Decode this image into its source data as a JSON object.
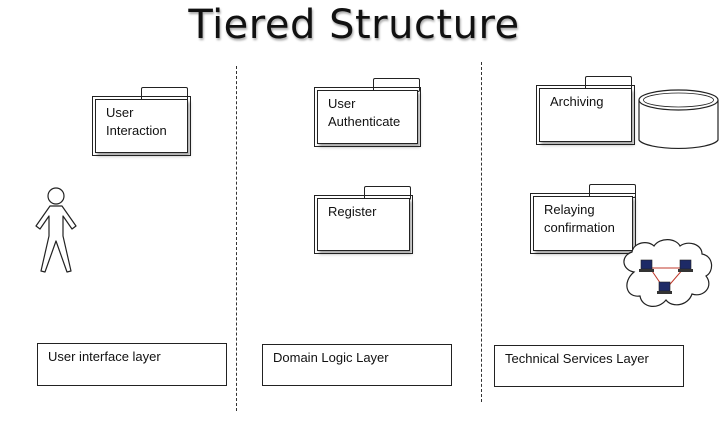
{
  "title": "Tiered Structure",
  "packages": {
    "user_interaction": "User\nInteraction",
    "user_authenticate": "User\nAuthenticate",
    "register": "Register",
    "archiving": "Archiving",
    "relaying_confirmation": "Relaying\nconfirmation"
  },
  "layers": {
    "ui": "User interface layer",
    "domain": "Domain Logic Layer",
    "technical": "Technical Services Layer"
  },
  "icons": {
    "actor": "stick-figure-icon",
    "database": "database-cylinder-icon",
    "network": "network-cloud-icon"
  }
}
